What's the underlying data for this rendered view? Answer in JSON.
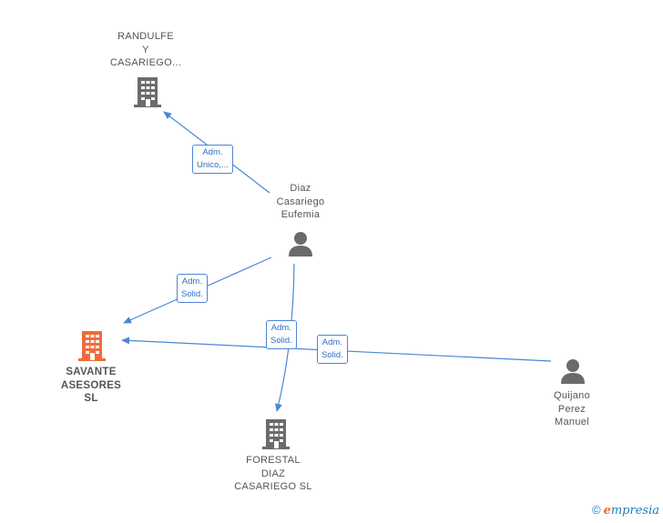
{
  "nodes": {
    "randulfe": {
      "lines": [
        "RANDULFE",
        "Y",
        "CASARIEGO..."
      ],
      "type": "company"
    },
    "diaz": {
      "lines": [
        "Diaz",
        "Casariego",
        "Eufemia"
      ],
      "type": "person"
    },
    "savante": {
      "lines": [
        "SAVANTE",
        "ASESORES",
        "SL"
      ],
      "type": "company-main"
    },
    "forestal": {
      "lines": [
        "FORESTAL",
        "DIAZ",
        "CASARIEGO SL"
      ],
      "type": "company"
    },
    "quijano": {
      "lines": [
        "Quijano",
        "Perez",
        "Manuel"
      ],
      "type": "person"
    }
  },
  "edges": [
    {
      "from": "diaz",
      "to": "randulfe",
      "label": [
        "Adm.",
        "Unico,..."
      ]
    },
    {
      "from": "diaz",
      "to": "savante",
      "label": [
        "Adm.",
        "Solid."
      ]
    },
    {
      "from": "diaz",
      "to": "forestal",
      "label": [
        "Adm.",
        "Solid."
      ]
    },
    {
      "from": "quijano",
      "to": "savante",
      "label": [
        "Adm.",
        "Solid."
      ]
    }
  ],
  "colors": {
    "edge": "#4a86d6",
    "icon": "#6b6b6b",
    "main_icon": "#f26b3a",
    "brand_e": "#f06a2a"
  },
  "icons": {
    "company": "building-icon",
    "person": "person-icon"
  },
  "brand": {
    "copyright": "©",
    "initial": "e",
    "rest": "mpresia"
  }
}
